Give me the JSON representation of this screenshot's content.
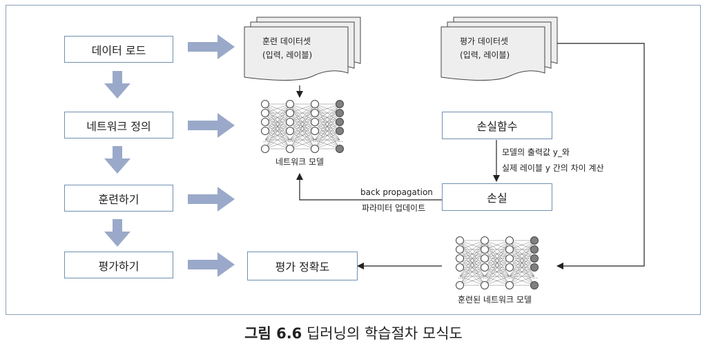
{
  "steps": [
    {
      "label": "데이터 로드"
    },
    {
      "label": "네트워크 정의"
    },
    {
      "label": "훈련하기"
    },
    {
      "label": "평가하기"
    }
  ],
  "train_dataset": {
    "line1": "훈련 데이터셋",
    "line2": "(입력, 레이블)"
  },
  "eval_dataset": {
    "line1": "평가 데이터셋",
    "line2": "(입력, 레이블)"
  },
  "network_model_label": "네트워크 모델",
  "trained_model_label": "훈련된 네트워크 모델",
  "loss_function": "손실함수",
  "loss": "손실",
  "loss_note": {
    "line1": "모델의 출력값 y_와",
    "line2": "실제 레이블 y 간의 차이 계산"
  },
  "backprop_note": {
    "line1": "back propagation",
    "line2": "파라미터 업데이트"
  },
  "accuracy": "평가 정확도",
  "caption": {
    "prefix": "그림 6.6",
    "title": "딥러닝의 학습절차 모식도"
  },
  "colors": {
    "frame": "#8aa0b8",
    "block_arrow": "#9aa9c9",
    "box_border": "#6f8fb0",
    "doc_fill": "#eeeeee",
    "node_fill": "#ffffff",
    "output_node_fill": "#808080"
  }
}
